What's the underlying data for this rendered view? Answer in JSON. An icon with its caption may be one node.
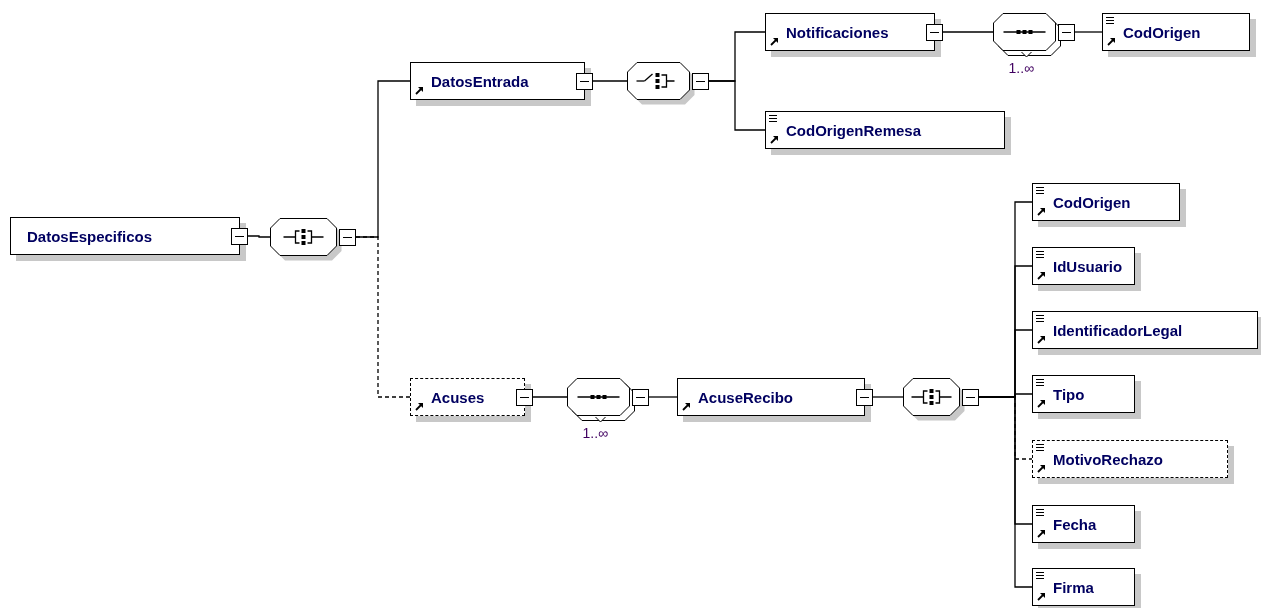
{
  "diagram": {
    "nodes": [
      {
        "text": [
          "DatosEspecificos"
        ]
      },
      {
        "text": [],
        "shape": "octagon"
      },
      {
        "text": [
          "DatosEntrada"
        ]
      },
      {
        "text": [],
        "shape": "octagon"
      },
      {
        "text": [
          "Notificaciones"
        ]
      },
      {
        "text": [],
        "shape": "octagon",
        "beside": [
          "1..∞"
        ]
      },
      {
        "text": [
          "CodOrigen"
        ]
      },
      {
        "text": [
          "CodOrigenRemesa"
        ]
      },
      {
        "text": [
          "Acuses"
        ]
      },
      {
        "text": [],
        "shape": "octagon",
        "beside": [
          "1..∞"
        ]
      },
      {
        "text": [
          "AcuseRecibo"
        ]
      },
      {
        "text": [],
        "shape": "octagon"
      },
      {
        "text": [
          "CodOrigen"
        ]
      },
      {
        "text": [
          "IdUsuario"
        ]
      },
      {
        "text": [
          "IdentificadorLegal"
        ]
      },
      {
        "text": [
          "Tipo"
        ]
      },
      {
        "text": [
          "MotivoRechazo"
        ]
      },
      {
        "text": [
          "Fecha"
        ]
      },
      {
        "text": [
          "Firma"
        ]
      }
    ],
    "edges": [
      {
        "from": 0,
        "to": 1,
        "arrow": "none"
      },
      {
        "from": 1,
        "to": 2,
        "arrow": "none"
      },
      {
        "from": 1,
        "to": 8,
        "arrow": "none",
        "style": "dashed"
      },
      {
        "from": 2,
        "to": 3,
        "arrow": "none"
      },
      {
        "from": 3,
        "to": 4,
        "arrow": "none"
      },
      {
        "from": 3,
        "to": 7,
        "arrow": "none"
      },
      {
        "from": 4,
        "to": 5,
        "arrow": "none"
      },
      {
        "from": 5,
        "to": 6,
        "arrow": "none"
      },
      {
        "from": 8,
        "to": 9,
        "arrow": "none"
      },
      {
        "from": 9,
        "to": 10,
        "arrow": "none"
      },
      {
        "from": 10,
        "to": 11,
        "arrow": "none"
      },
      {
        "from": 11,
        "to": 12,
        "arrow": "none"
      },
      {
        "from": 11,
        "to": 13,
        "arrow": "none"
      },
      {
        "from": 11,
        "to": 14,
        "arrow": "none"
      },
      {
        "from": 11,
        "to": 15,
        "arrow": "none"
      },
      {
        "from": 11,
        "to": 16,
        "arrow": "none",
        "style": "dashed"
      },
      {
        "from": 11,
        "to": 17,
        "arrow": "none"
      },
      {
        "from": 11,
        "to": 18,
        "arrow": "none"
      }
    ]
  }
}
